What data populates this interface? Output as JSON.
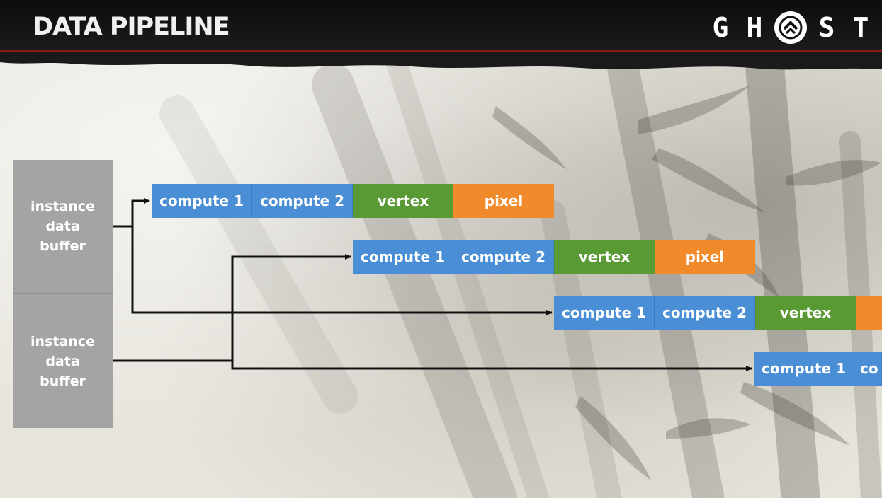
{
  "header": {
    "title": "DATA PIPELINE",
    "logo_letters": [
      "G",
      "H",
      "S",
      "T"
    ],
    "logo_emblem_icon": "ghost-emblem-icon"
  },
  "buffers": [
    {
      "label": "instance\ndata\nbuffer"
    },
    {
      "label": "instance\ndata\nbuffer"
    }
  ],
  "rows": [
    {
      "stages": [
        {
          "label": "compute 1",
          "kind": "compute"
        },
        {
          "label": "compute 2",
          "kind": "compute"
        },
        {
          "label": "vertex",
          "kind": "vertex"
        },
        {
          "label": "pixel",
          "kind": "pixel"
        }
      ]
    },
    {
      "stages": [
        {
          "label": "compute 1",
          "kind": "compute"
        },
        {
          "label": "compute 2",
          "kind": "compute"
        },
        {
          "label": "vertex",
          "kind": "vertex"
        },
        {
          "label": "pixel",
          "kind": "pixel"
        }
      ]
    },
    {
      "stages": [
        {
          "label": "compute 1",
          "kind": "compute"
        },
        {
          "label": "compute 2",
          "kind": "compute"
        },
        {
          "label": "vertex",
          "kind": "vertex"
        },
        {
          "label": "",
          "kind": "pixel"
        }
      ]
    },
    {
      "stages": [
        {
          "label": "compute 1",
          "kind": "compute"
        },
        {
          "label": "co",
          "kind": "compute"
        }
      ]
    }
  ],
  "colors": {
    "compute": "#4a8fd6",
    "vertex": "#5a9a35",
    "pixel": "#f08a2a",
    "buffer": "#a4a4a4",
    "arrow": "#111111",
    "accent_red": "#8a1a14"
  }
}
